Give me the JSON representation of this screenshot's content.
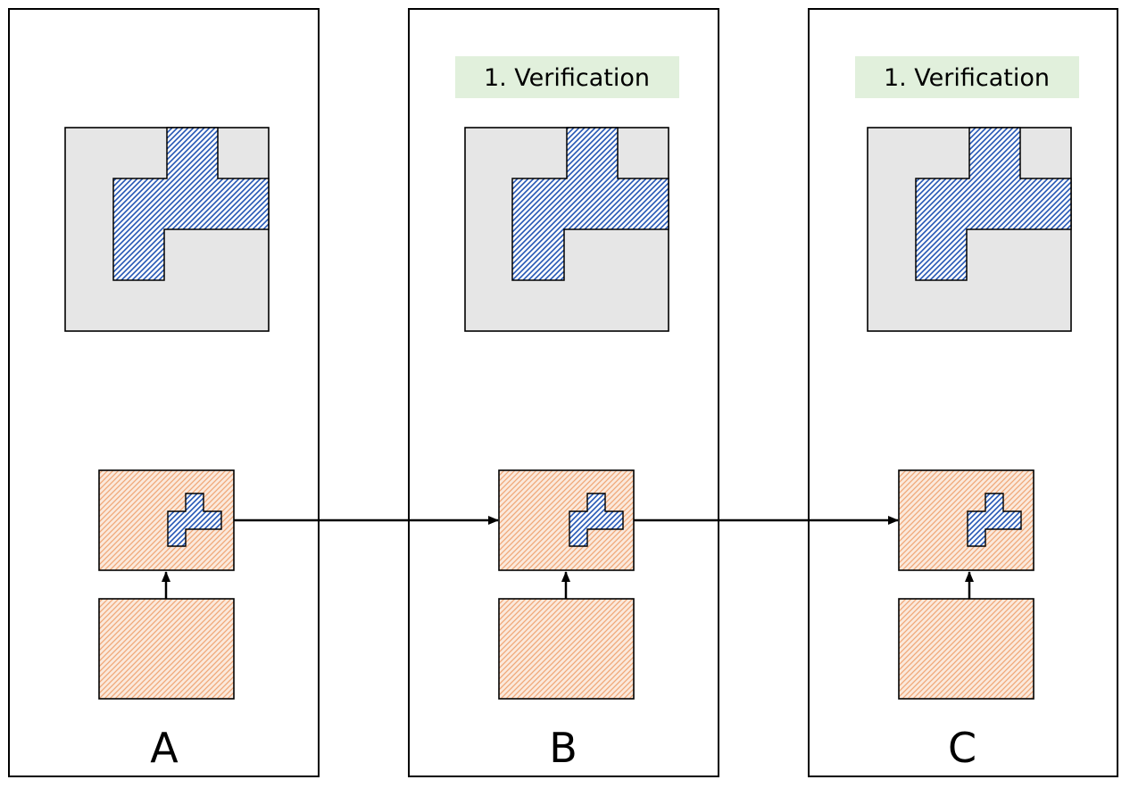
{
  "panels": [
    {
      "id": "A",
      "letter": "A",
      "tag": ""
    },
    {
      "id": "B",
      "letter": "B",
      "tag": "1. Verification"
    },
    {
      "id": "C",
      "letter": "C",
      "tag": "1. Verification"
    }
  ],
  "colors": {
    "panel_border": "#000000",
    "map_fill": "#e6e6e6",
    "blue_hatch": "#2456b4",
    "orange_hatch": "#f0a878",
    "orange_bg": "#fbe9dc",
    "tag_bg": "#e1f0dc",
    "arrow": "#000000"
  }
}
